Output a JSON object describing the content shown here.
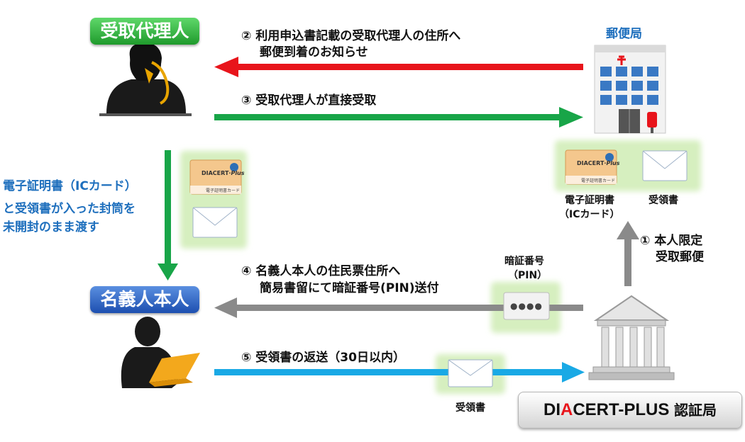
{
  "roles": {
    "agent": "受取代理人",
    "owner": "名義人本人"
  },
  "places": {
    "post_office": "郵便局",
    "ca_name_prefix": "DI",
    "ca_name_accent": "A",
    "ca_name_rest": "CERT-PLUS",
    "ca_name_suffix": "認証局"
  },
  "cards": {
    "card_brand_left": "DIACERT",
    "card_brand_right": "Plus",
    "card_subtitle": "電子証明書カード"
  },
  "steps": {
    "step1_line1": "① 本人限定",
    "step1_line2": "受取郵便",
    "step2_line1": "② 利用申込書記載の受取代理人の住所へ",
    "step2_line2": "郵便到着のお知らせ",
    "step3": "③ 受取代理人が直接受取",
    "step4_line1": "④ 名義人本人の住民票住所へ",
    "step4_line2": "簡易書留にて暗証番号(PIN)送付",
    "step5": "⑤ 受領書の返送（30日以内）"
  },
  "items": {
    "cert_line1": "電子証明書",
    "cert_line2": "（ICカード）",
    "receipt": "受領書",
    "pin_line1": "暗証番号",
    "pin_line2": "（PIN）",
    "pin_dots": "●●●●",
    "receipt_bottom": "受領書"
  },
  "handover": {
    "line1": "電子証明書（ICカード）",
    "line2": "と受領書が入った封筒を",
    "line3": "未開封のまま渡す"
  },
  "colors": {
    "arrow_red": "#e8141b",
    "arrow_green": "#18a548",
    "arrow_gray": "#8a8a8a",
    "arrow_cyan": "#19a9e5",
    "text_blue": "#1e6fbd",
    "highlight": "#d9f0c2"
  }
}
